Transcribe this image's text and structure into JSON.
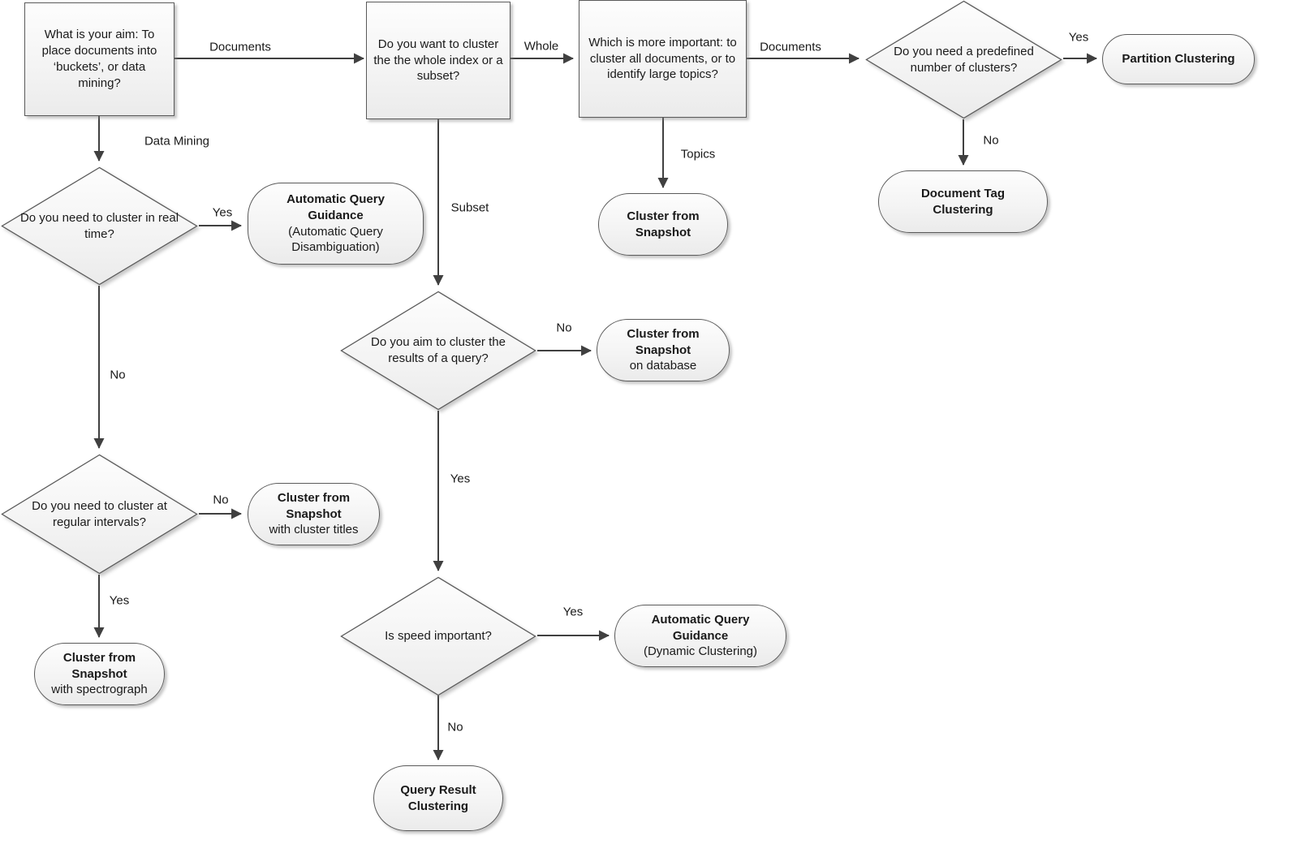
{
  "nodes": {
    "aim": {
      "text": "What is your aim: To place documents into ‘buckets’, or data mining?"
    },
    "whole_or_subset": {
      "text": "Do you want to cluster the the whole index or a subset?"
    },
    "importance": {
      "text": "Which is more important: to cluster all documents, or to identify large topics?"
    },
    "predefined": {
      "text": "Do you need a predefined number of clusters?"
    },
    "realtime": {
      "text": "Do you need to cluster in real time?"
    },
    "query_results": {
      "text": "Do you aim to cluster the results of a query?"
    },
    "intervals": {
      "text": "Do you need to cluster at regular intervals?"
    },
    "speed": {
      "text": "Is speed important?"
    },
    "partition": {
      "title": "Partition Clustering",
      "subtitle": ""
    },
    "doc_tag": {
      "title": "Document Tag Clustering",
      "subtitle": ""
    },
    "snapshot_topics": {
      "title": "Cluster from Snapshot",
      "subtitle": ""
    },
    "aqg_disambiguation": {
      "title": "Automatic Query Guidance",
      "subtitle": "(Automatic Query Disambiguation)"
    },
    "snapshot_db": {
      "title": "Cluster from Snapshot",
      "subtitle": "on database"
    },
    "snapshot_titles": {
      "title": "Cluster from Snapshot",
      "subtitle": "with cluster titles"
    },
    "snapshot_spectrograph": {
      "title": "Cluster from Snapshot",
      "subtitle": "with spectrograph"
    },
    "aqg_dynamic": {
      "title": "Automatic Query Guidance",
      "subtitle": "(Dynamic Clustering)"
    },
    "query_result_clustering": {
      "title": "Query Result Clustering",
      "subtitle": ""
    }
  },
  "edge_labels": {
    "aim_documents": "Documents",
    "aim_data_mining": "Data Mining",
    "whole": "Whole",
    "importance_documents": "Documents",
    "predefined_yes": "Yes",
    "predefined_no": "No",
    "importance_topics": "Topics",
    "realtime_yes": "Yes",
    "realtime_no": "No",
    "subset": "Subset",
    "query_no": "No",
    "query_yes": "Yes",
    "intervals_no": "No",
    "intervals_yes": "Yes",
    "speed_yes": "Yes",
    "speed_no": "No"
  },
  "colors": {
    "node_fill_top": "#fdfdfd",
    "node_fill_bottom": "#ebebeb",
    "node_border": "#5a5a5a",
    "connector": "#404040",
    "text": "#1a1a1a"
  }
}
